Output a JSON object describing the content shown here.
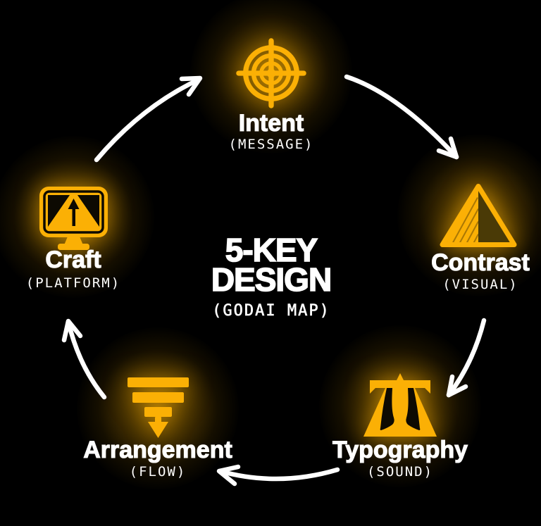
{
  "title": {
    "line1": "5-KEY",
    "line2": "DESIGN",
    "subtitle": "(GODAI MAP)"
  },
  "nodes": [
    {
      "id": "intent",
      "label": "Intent",
      "sublabel": "(MESSAGE)",
      "icon": "target-icon"
    },
    {
      "id": "contrast",
      "label": "Contrast",
      "sublabel": "(VISUAL)",
      "icon": "pyramid-icon"
    },
    {
      "id": "typography",
      "label": "Typography",
      "sublabel": "(SOUND)",
      "icon": "letterpress-t-icon"
    },
    {
      "id": "arrangement",
      "label": "Arrangement",
      "sublabel": "(FLOW)",
      "icon": "funnel-arrow-icon"
    },
    {
      "id": "craft",
      "label": "Craft",
      "sublabel": "(PLATFORM)",
      "icon": "monitor-icon"
    }
  ],
  "flow": [
    "craft -> intent",
    "intent -> contrast",
    "contrast -> typography",
    "typography -> arrangement",
    "arrangement -> craft"
  ],
  "colors": {
    "background": "#000000",
    "accent": "#FBB005",
    "accent_dark": "#4a3a06",
    "arrow": "#ffffff",
    "text": "#ffffff"
  }
}
